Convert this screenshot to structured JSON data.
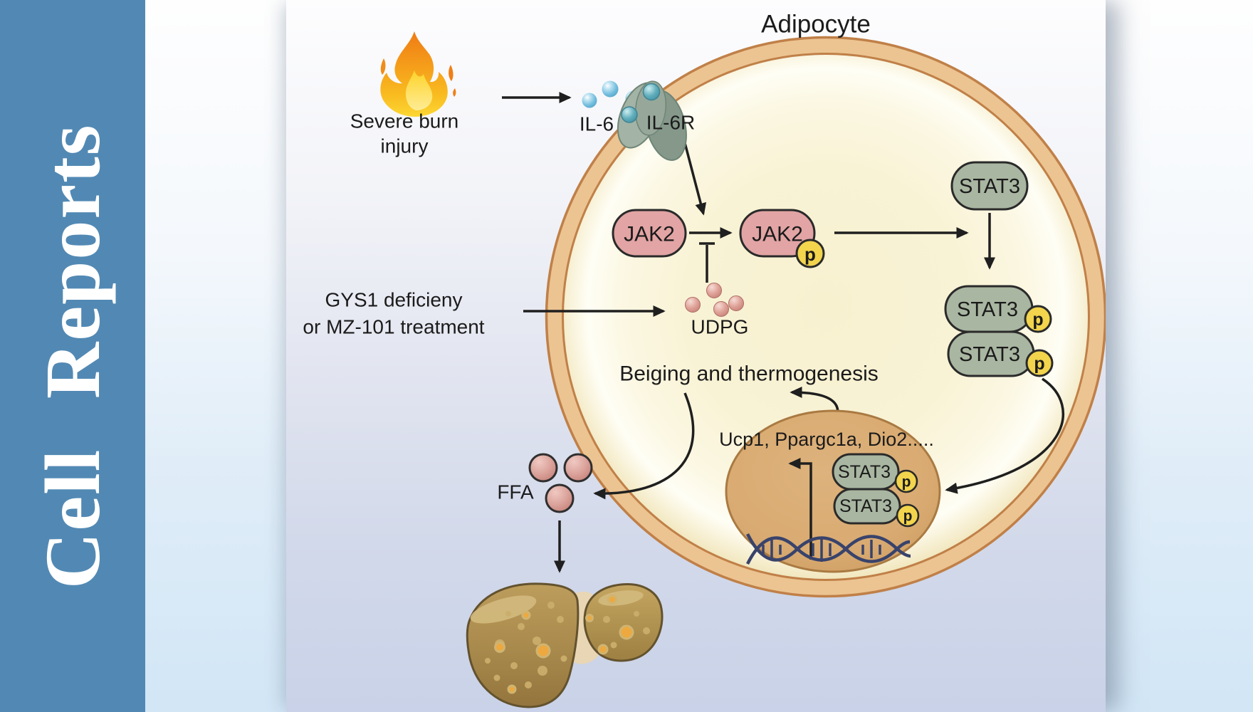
{
  "journal": {
    "word1": "Cell",
    "word2": "Reports"
  },
  "figure": {
    "title": "Adipocyte",
    "stimulus": {
      "icon": "fire-icon",
      "line1": "Severe burn",
      "line2": "injury"
    },
    "ligand_label": "IL-6",
    "receptor_label": "IL-6R",
    "jak2_label": "JAK2",
    "jak2_active_label": "JAK2",
    "phospho_label": "p",
    "stat3_label": "STAT3",
    "stat3_dimer": [
      "STAT3",
      "STAT3"
    ],
    "intervention": {
      "line1": "GYS1 deficieny",
      "line2": "or MZ-101 treatment"
    },
    "metabolite_label": "UDPG",
    "outcome_label": "Beiging and thermogenesis",
    "nucleus": {
      "genes_label": "Ucp1, Ppargc1a, Dio2.....",
      "stat3_dimer": [
        "STAT3",
        "STAT3"
      ]
    },
    "ffa_label": "FFA",
    "colors": {
      "sidebar_blue": "#5289b4",
      "membrane_tan": "#ecc491",
      "membrane_edge": "#c08048",
      "cytoplasm_yellow": "#faf4d8",
      "nucleus_tan": "#d9aa70",
      "jak2_pink": "#e2a4a4",
      "stat3_green": "#a9b6a1",
      "phospho_yellow": "#f2d44d",
      "il6_blue": "#74bede",
      "il6r_green": "#9aa99c",
      "udpg_pink": "#d8938b",
      "ffa_pink": "#dc9e96",
      "liver_brown": "#a8894c",
      "dna_navy": "#39436b",
      "arrow_black": "#1f1f1f",
      "figure_bg_bottom": "#c9d2e8",
      "outer_bg_blue": "#d2e6f6"
    }
  }
}
